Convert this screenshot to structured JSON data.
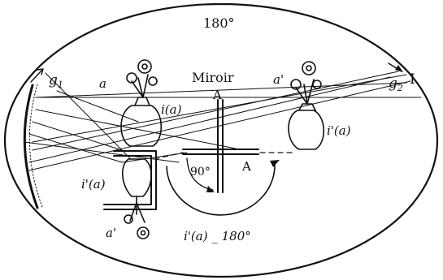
{
  "labels": {
    "angle_top": "180°",
    "mirror_title": "Miroir",
    "mirror_a_top": "A",
    "mirror_a_right": "A",
    "angle_90": "90°",
    "rotation_caption": "i'(a) _ 180°",
    "g1": "g",
    "g1_sub": "1",
    "g2": "g",
    "g2_sub": "2",
    "i_mark": "I",
    "a_left": "a",
    "a_prime_right": "a'",
    "a_prime_bottom": "a'",
    "i_a": "i(a)",
    "i_prime_a_left": "i'(a)",
    "i_prime_a_right": "i'(a)"
  }
}
